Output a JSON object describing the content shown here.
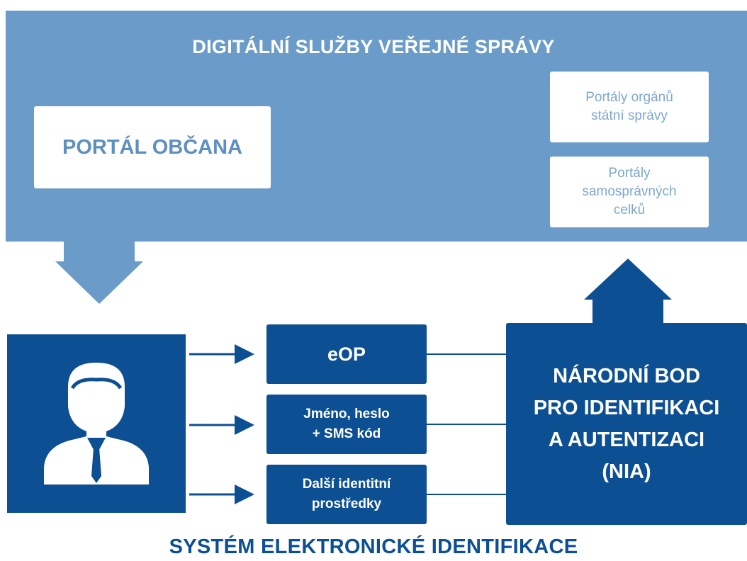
{
  "top_panel": {
    "title": "DIGITÁLNÍ SLUŽBY VEŘEJNÉ SPRÁVY",
    "portal_obcana": "PORTÁL OBČANA",
    "portal_statni": "Portály orgánů\nstátní správy",
    "portal_samospravni": "Portály\nsamosprávných\ncelků"
  },
  "methods": {
    "eop": "eOP",
    "jmeno": "Jméno, heslo\n+ SMS kód",
    "dalsi": "Další identitní\nprostředky"
  },
  "nia": "NÁRODNÍ BOD\nPRO IDENTIFIKACI\nA AUTENTIZACI\n(NIA)",
  "bottom_title": "SYSTÉM ELEKTRONICKÉ IDENTIFIKACE",
  "colors": {
    "light_blue": "#6b9bc8",
    "dark_blue": "#0d4f93",
    "label_blue": "#5d8fc0",
    "white": "#ffffff"
  },
  "icons": {
    "person": "person-icon"
  }
}
